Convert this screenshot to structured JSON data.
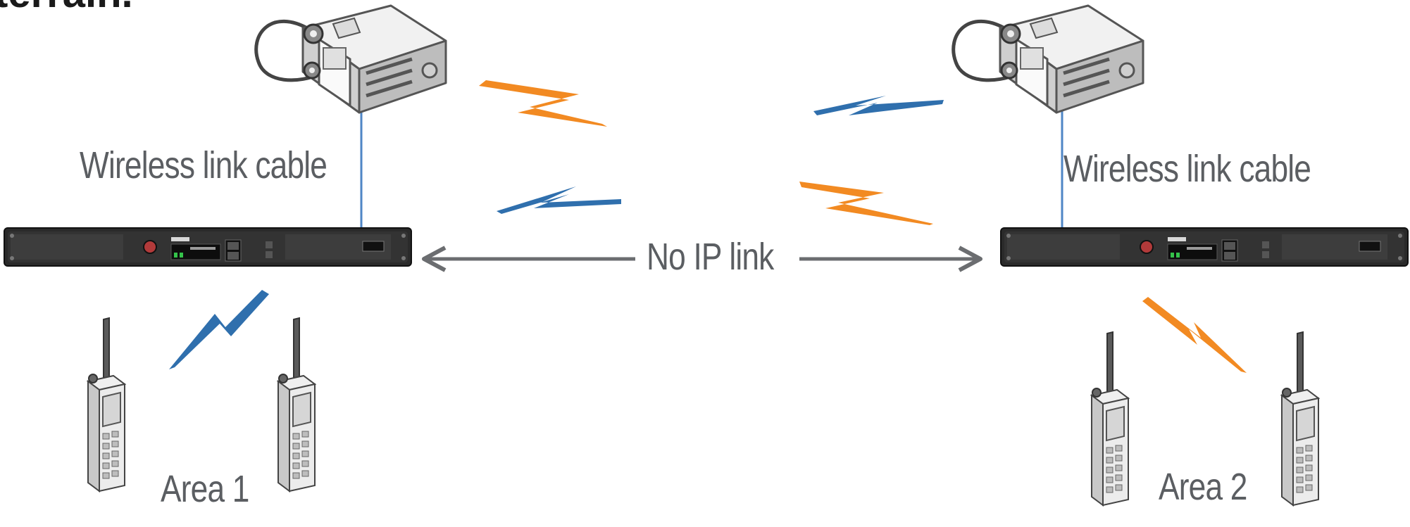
{
  "heading_fragment": "terrain.",
  "labels": {
    "left_cable": "Wireless link cable",
    "right_cable": "Wireless link cable",
    "center_link": "No IP link",
    "area_left": "Area 1",
    "area_right": "Area 2"
  },
  "colors": {
    "signal_orange": "#f28a22",
    "signal_blue": "#2f6fad",
    "cable": "#4f86c6",
    "arrow": "#6b6d70",
    "label_text": "#5b5e62",
    "repeater_body": "#2a2a2a"
  },
  "icons": [
    "mobile-radio-icon",
    "repeater-icon",
    "portable-radio-icon",
    "lightning-signal-icon",
    "double-arrow-icon"
  ]
}
